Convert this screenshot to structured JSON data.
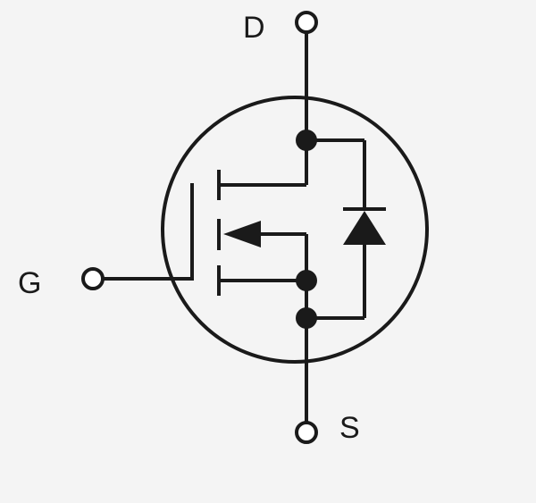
{
  "diagram": {
    "terminals": {
      "drain": "D",
      "gate": "G",
      "source": "S"
    },
    "colors": {
      "ink": "#1a1a1a",
      "background": "#f4f4f4",
      "terminal_fill": "#ffffff"
    }
  }
}
